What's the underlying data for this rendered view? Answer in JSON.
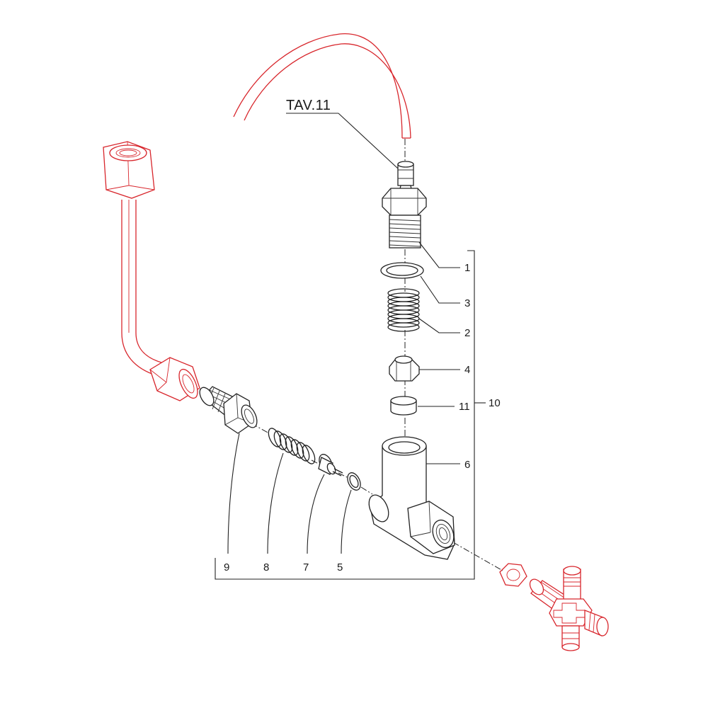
{
  "diagram": {
    "reference": "TAV.11",
    "assembly_label": "10",
    "parts": [
      {
        "id": "1",
        "label": "1"
      },
      {
        "id": "3",
        "label": "3"
      },
      {
        "id": "2",
        "label": "2"
      },
      {
        "id": "4",
        "label": "4"
      },
      {
        "id": "11",
        "label": "11"
      },
      {
        "id": "6",
        "label": "6"
      },
      {
        "id": "9",
        "label": "9"
      },
      {
        "id": "8",
        "label": "8"
      },
      {
        "id": "7",
        "label": "7"
      },
      {
        "id": "5",
        "label": "5"
      }
    ],
    "colors": {
      "part_outline": "#222222",
      "external_part": "#d8262c",
      "background": "#ffffff"
    }
  }
}
